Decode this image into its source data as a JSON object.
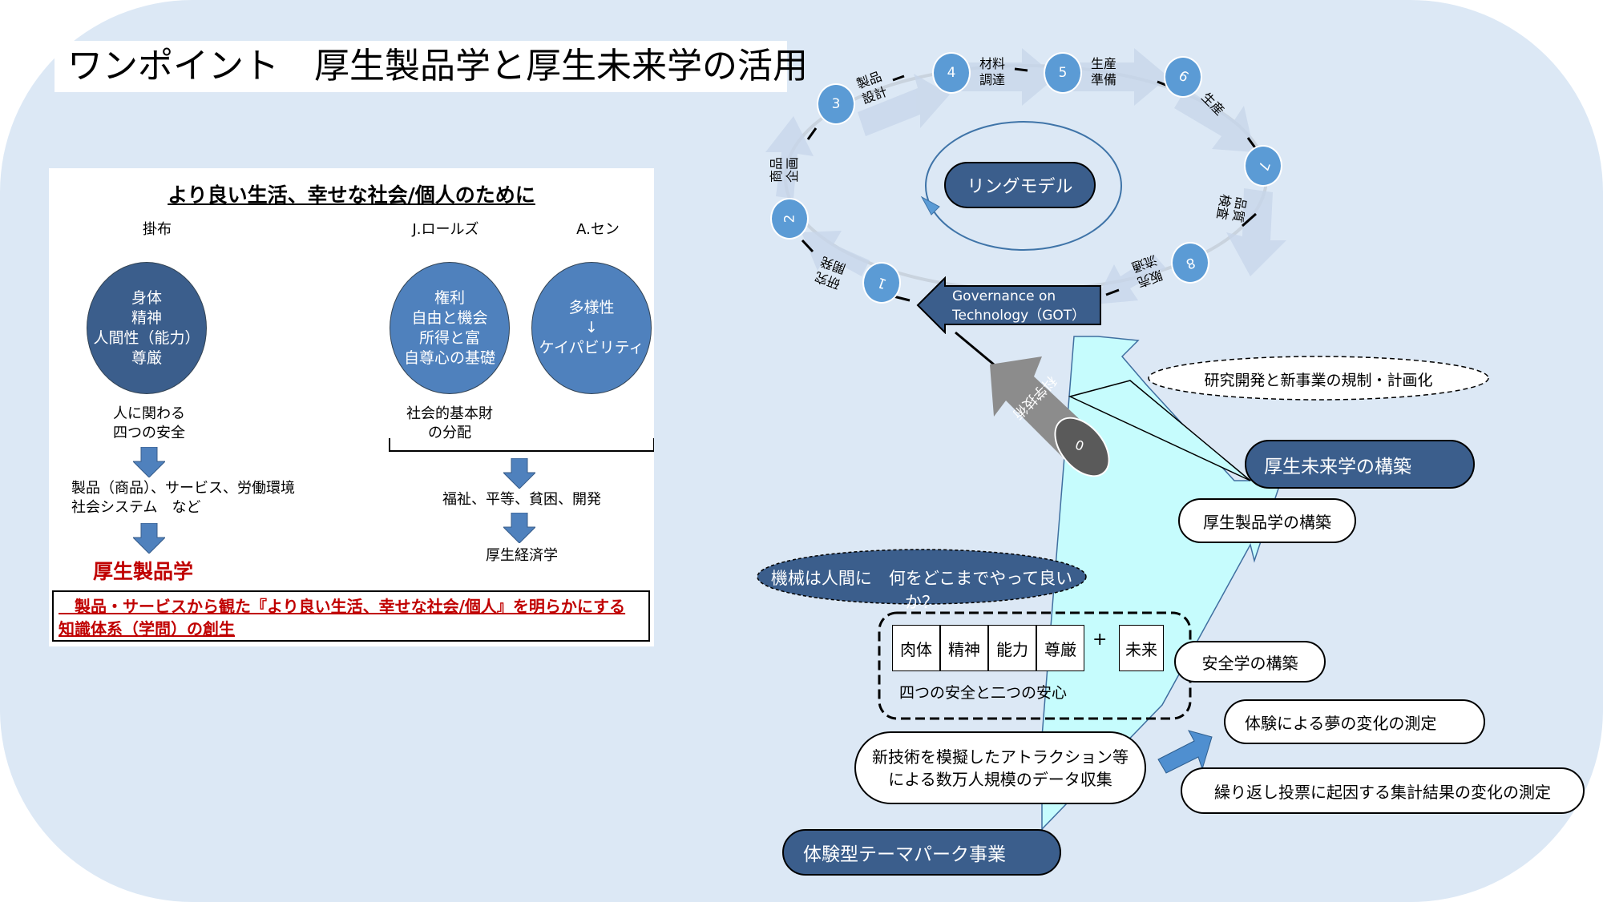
{
  "title": "ワンポイント　厚生製品学と厚生未来学の活用",
  "left_panel": {
    "heading": "より良い生活、幸せな社会/個人のために",
    "columns": [
      {
        "author": "掛布",
        "circle_lines": [
          "身体",
          "精神",
          "人間性（能力）",
          "尊厳"
        ],
        "below": [
          "人に関わる",
          "四つの安全"
        ]
      },
      {
        "author": "J.ロールズ",
        "circle_lines": [
          "権利",
          "自由と機会",
          "所得と富",
          "自尊心の基礎"
        ],
        "below": [
          "社会的基本財",
          "の分配"
        ]
      },
      {
        "author": "A.セン",
        "circle_lines": [
          "多様性",
          "↓",
          "ケイパビリティ"
        ]
      }
    ],
    "left_flow": {
      "step1": "製品（商品）、サービス、労働環境",
      "step2": "社会システム　など",
      "result": "厚生製品学"
    },
    "right_flow": {
      "step1": "福祉、平等、貧困、開発",
      "result": "厚生経済学"
    },
    "conclusion_line1": "　製品・サービスから観た『より良い生活、幸せな社会/個人』を明らかにする",
    "conclusion_line2": "知識体系（学問）の創生"
  },
  "ring": {
    "center_label": "リングモデル",
    "nodes": [
      {
        "num": "1",
        "label": [
          "研究",
          "開発"
        ]
      },
      {
        "num": "2",
        "label": [
          "商品",
          "企画"
        ]
      },
      {
        "num": "3",
        "label": [
          "製品",
          "設計"
        ]
      },
      {
        "num": "4",
        "label": [
          "材料",
          "調達"
        ]
      },
      {
        "num": "5",
        "label": [
          "生産",
          "準備"
        ]
      },
      {
        "num": "6",
        "label": [
          "生産"
        ]
      },
      {
        "num": "7",
        "label": [
          "品質",
          "検査"
        ]
      },
      {
        "num": "8",
        "label": [
          "販売",
          "流通"
        ]
      }
    ],
    "got_arrow": [
      "Governance on",
      "Technology（GOT）"
    ],
    "tech_arrow": {
      "label": "科学技術",
      "disc_num": "0"
    }
  },
  "right": {
    "regulation": "研究開発と新事業の規制・計画化",
    "future_studies": "厚生未来学の構築",
    "product_studies": "厚生製品学の構築",
    "question": "機械は人間に　何をどこまでやって良いか？",
    "safety_cells": [
      "肉体",
      "精神",
      "能力",
      "尊厳"
    ],
    "plus": "+",
    "future_cell": "未来",
    "safety_caption": "四つの安全と二つの安心",
    "safety_studies": "安全学の構築",
    "dream_measure": "体験による夢の変化の測定",
    "data_collection": [
      "新技術を模擬したアトラクション等",
      "による数万人規模のデータ収集"
    ],
    "vote_measure": "繰り返し投票に起因する集計結果の変化の測定",
    "theme_park": "体験型テーマパーク事業"
  },
  "colors": {
    "background": "#dce8f5",
    "dark_blue": "#3b5e8c",
    "mid_blue": "#4f81bd",
    "node_blue": "#5b9bd5",
    "red": "#c00000",
    "cyan": "#c6fcfd"
  }
}
